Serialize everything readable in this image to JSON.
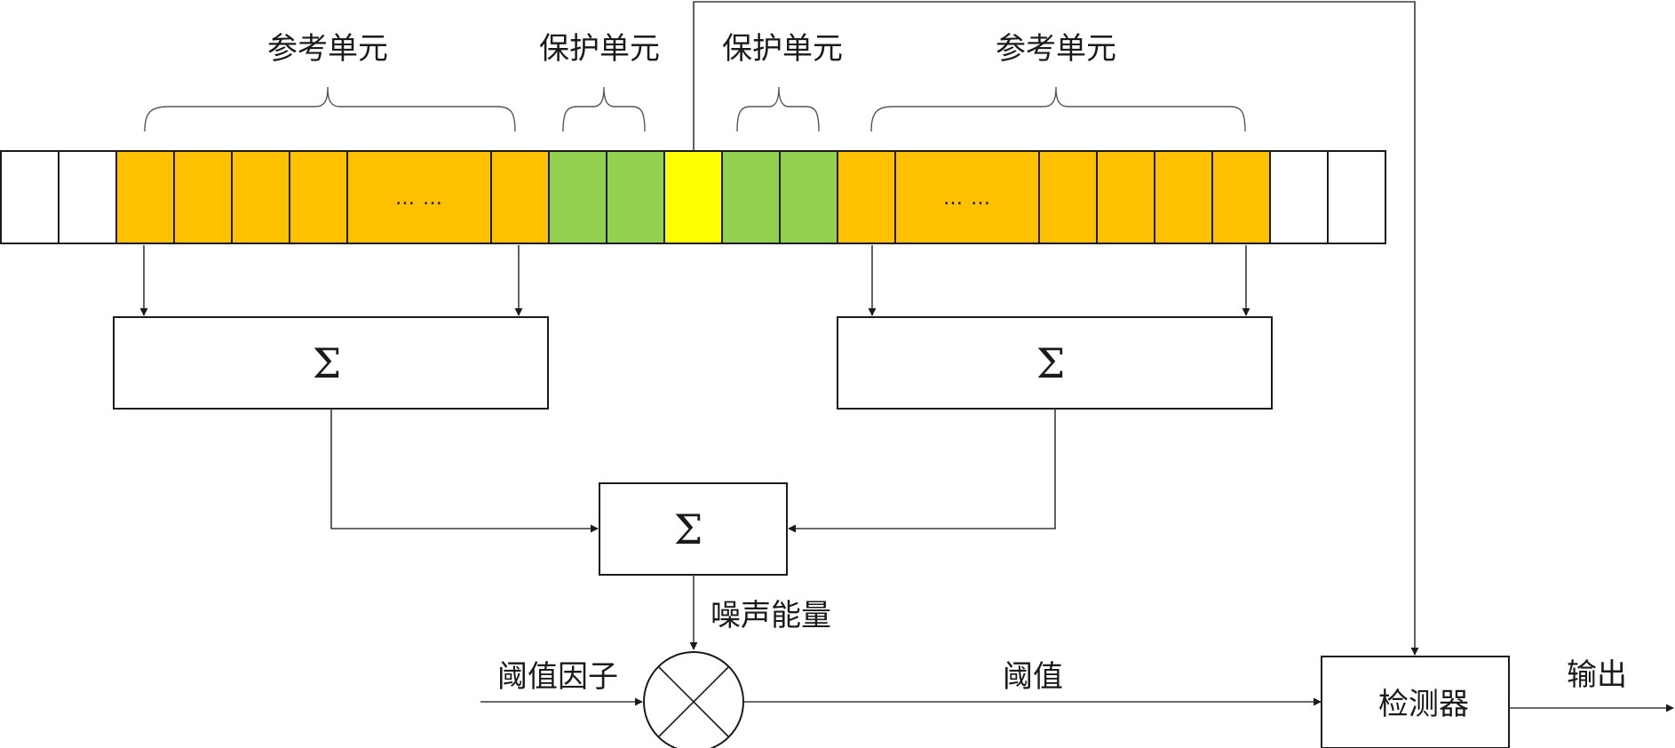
{
  "colors": {
    "empty": "#ffffff",
    "reference": "#ffc000",
    "guard": "#92d050",
    "cut": "#ffff00",
    "line": "#3a3a3a"
  },
  "cells": [
    {
      "kind": "empty",
      "text": ""
    },
    {
      "kind": "empty",
      "text": ""
    },
    {
      "kind": "reference",
      "text": ""
    },
    {
      "kind": "reference",
      "text": ""
    },
    {
      "kind": "reference",
      "text": ""
    },
    {
      "kind": "reference",
      "text": ""
    },
    {
      "kind": "reference",
      "text": "… …"
    },
    {
      "kind": "reference",
      "text": ""
    },
    {
      "kind": "guard",
      "text": ""
    },
    {
      "kind": "guard",
      "text": ""
    },
    {
      "kind": "cut",
      "text": ""
    },
    {
      "kind": "guard",
      "text": ""
    },
    {
      "kind": "guard",
      "text": ""
    },
    {
      "kind": "reference",
      "text": ""
    },
    {
      "kind": "reference",
      "text": "… …"
    },
    {
      "kind": "reference",
      "text": ""
    },
    {
      "kind": "reference",
      "text": ""
    },
    {
      "kind": "reference",
      "text": ""
    },
    {
      "kind": "reference",
      "text": ""
    },
    {
      "kind": "empty",
      "text": ""
    },
    {
      "kind": "empty",
      "text": ""
    }
  ],
  "labels": {
    "reference_left": "参考单元",
    "guard_left": "保护单元",
    "guard_right": "保护单元",
    "reference_right": "参考单元",
    "noise_energy": "噪声能量",
    "threshold_factor": "阈值因子",
    "threshold": "阈值",
    "output": "输出"
  },
  "blocks": {
    "sum_left": "Σ",
    "sum_right": "Σ",
    "sum_center": "Σ",
    "detector": "检测器"
  }
}
